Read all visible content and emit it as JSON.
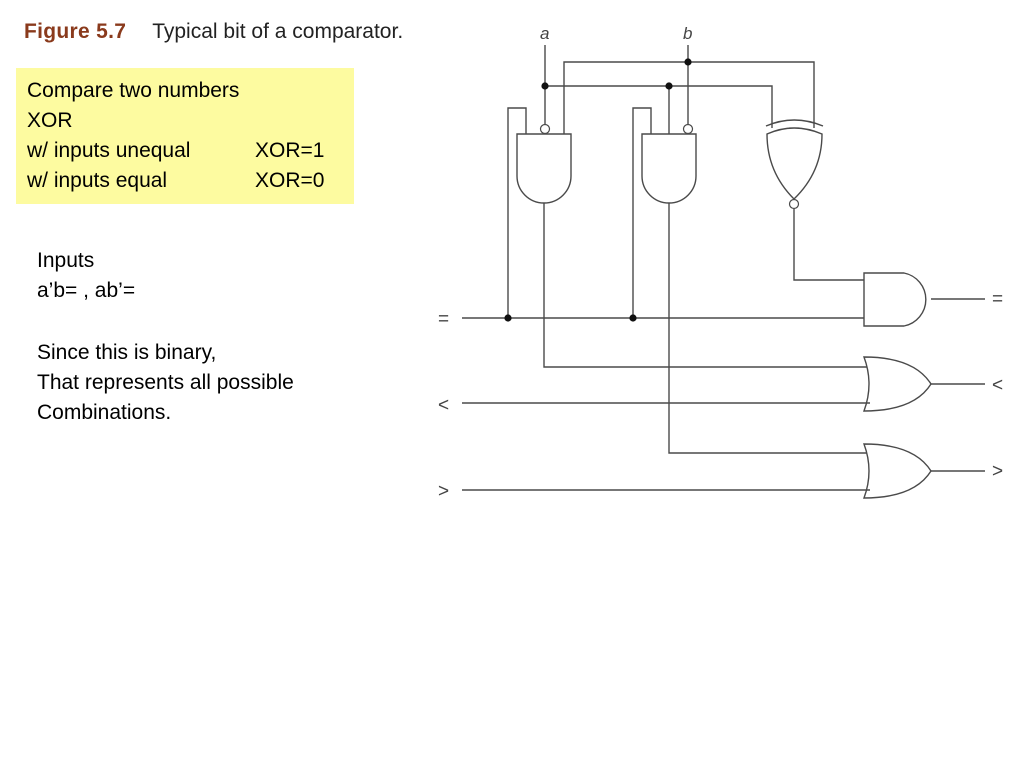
{
  "figure": {
    "label": "Figure 5.7",
    "caption": "Typical bit of a comparator."
  },
  "note_box": {
    "line1": "Compare two numbers",
    "line2": "XOR",
    "row3_left": "w/ inputs unequal",
    "row3_right": "XOR=1",
    "row4_left": "w/ inputs equal",
    "row4_right": "XOR=0"
  },
  "explanation": {
    "inputs_heading": "Inputs",
    "inputs_expr": "a’b= ,  ab’=",
    "binary_line1": "Since this is binary,",
    "binary_line2": "That represents all possible",
    "binary_line3": "Combinations."
  },
  "diagram": {
    "input_a": "a",
    "input_b": "b",
    "in_eq": "=",
    "in_lt": "<",
    "in_gt": ">",
    "out_eq": "=",
    "out_lt": "<",
    "out_gt": ">",
    "colors": {
      "wire": "#4a4a4a",
      "highlight_box": "#fdfba0",
      "figure_label": "#8a3a1c"
    }
  }
}
